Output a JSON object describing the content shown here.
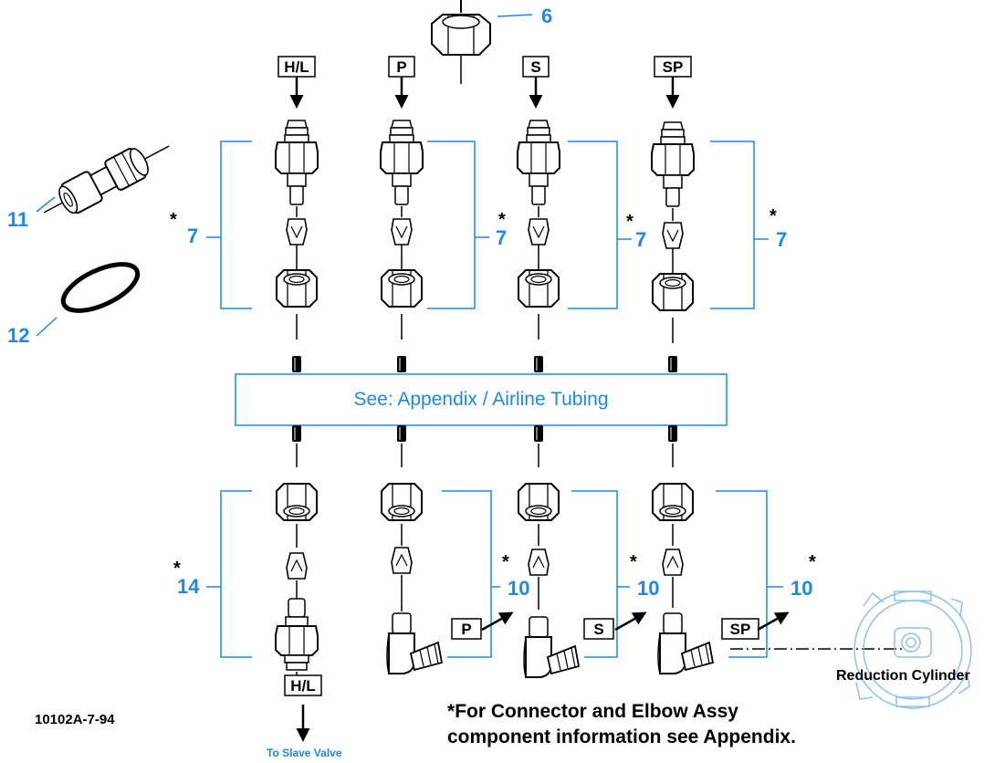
{
  "colors": {
    "callout": "#1e88e5",
    "line": "#000000",
    "ghost": "#8fc2ec"
  },
  "top_labels": [
    "H/L",
    "P",
    "S",
    "SP"
  ],
  "bottom_labels": [
    "H/L",
    "P",
    "S",
    "SP"
  ],
  "callouts": {
    "nut_top": "6",
    "union": "11",
    "oring": "12",
    "connector": "7",
    "connector_bottom": "14",
    "elbow": "10",
    "asterisk": "*"
  },
  "appendix_box": "See: Appendix / Airline Tubing",
  "to_slave_valve": "To Slave Valve",
  "reduction_cylinder": "Reduction Cylinder",
  "drawing_number": "10102A-7-94",
  "footnote": {
    "asterisk": "*",
    "line1": "For Connector and Elbow Assy",
    "line2": "component information see Appendix."
  }
}
